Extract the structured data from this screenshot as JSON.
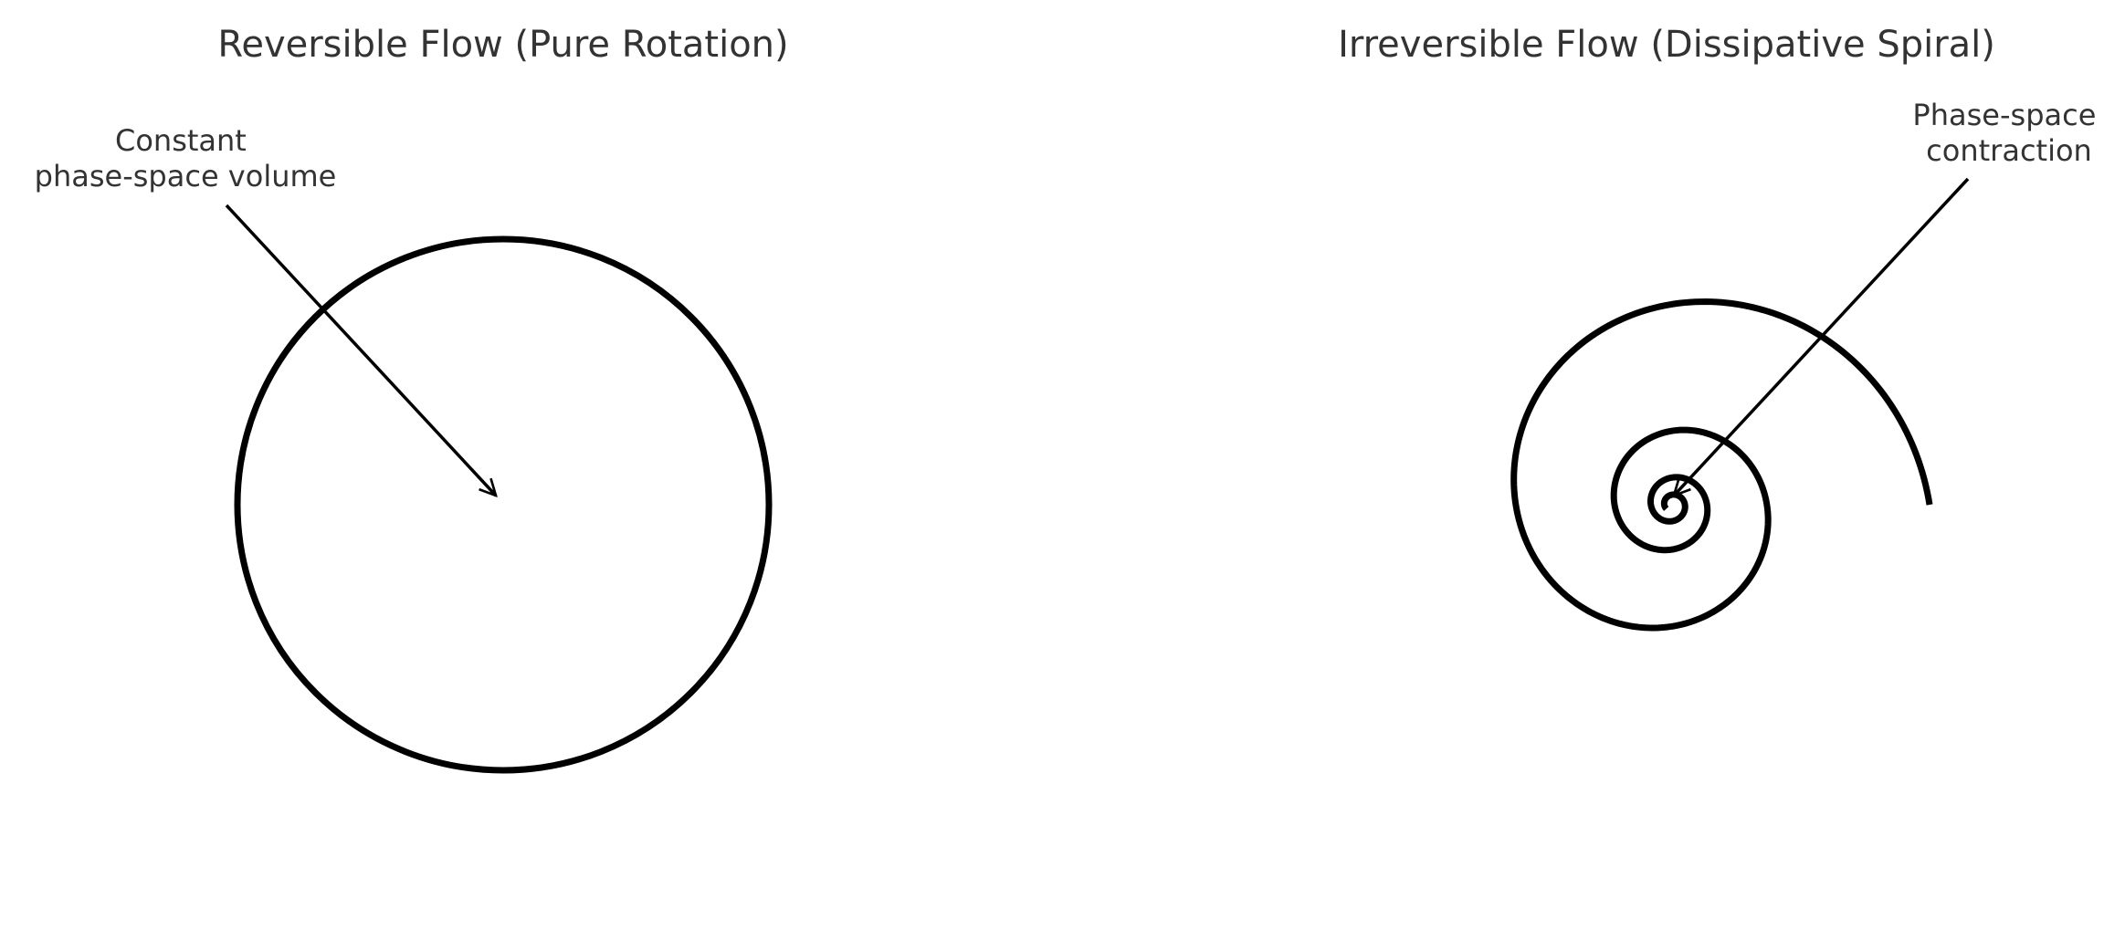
{
  "panels": {
    "reversible": {
      "title": "Reversible Flow (Pure Rotation)",
      "annotation_lines": [
        "Constant",
        "phase-space volume"
      ]
    },
    "irreversible": {
      "title": "Irreversible Flow (Dissipative Spiral)",
      "annotation_lines": [
        "Phase-space",
        "contraction"
      ]
    }
  },
  "colors": {
    "title_text": "#333333",
    "trajectory_stroke": "#000000",
    "background": "#ffffff"
  }
}
